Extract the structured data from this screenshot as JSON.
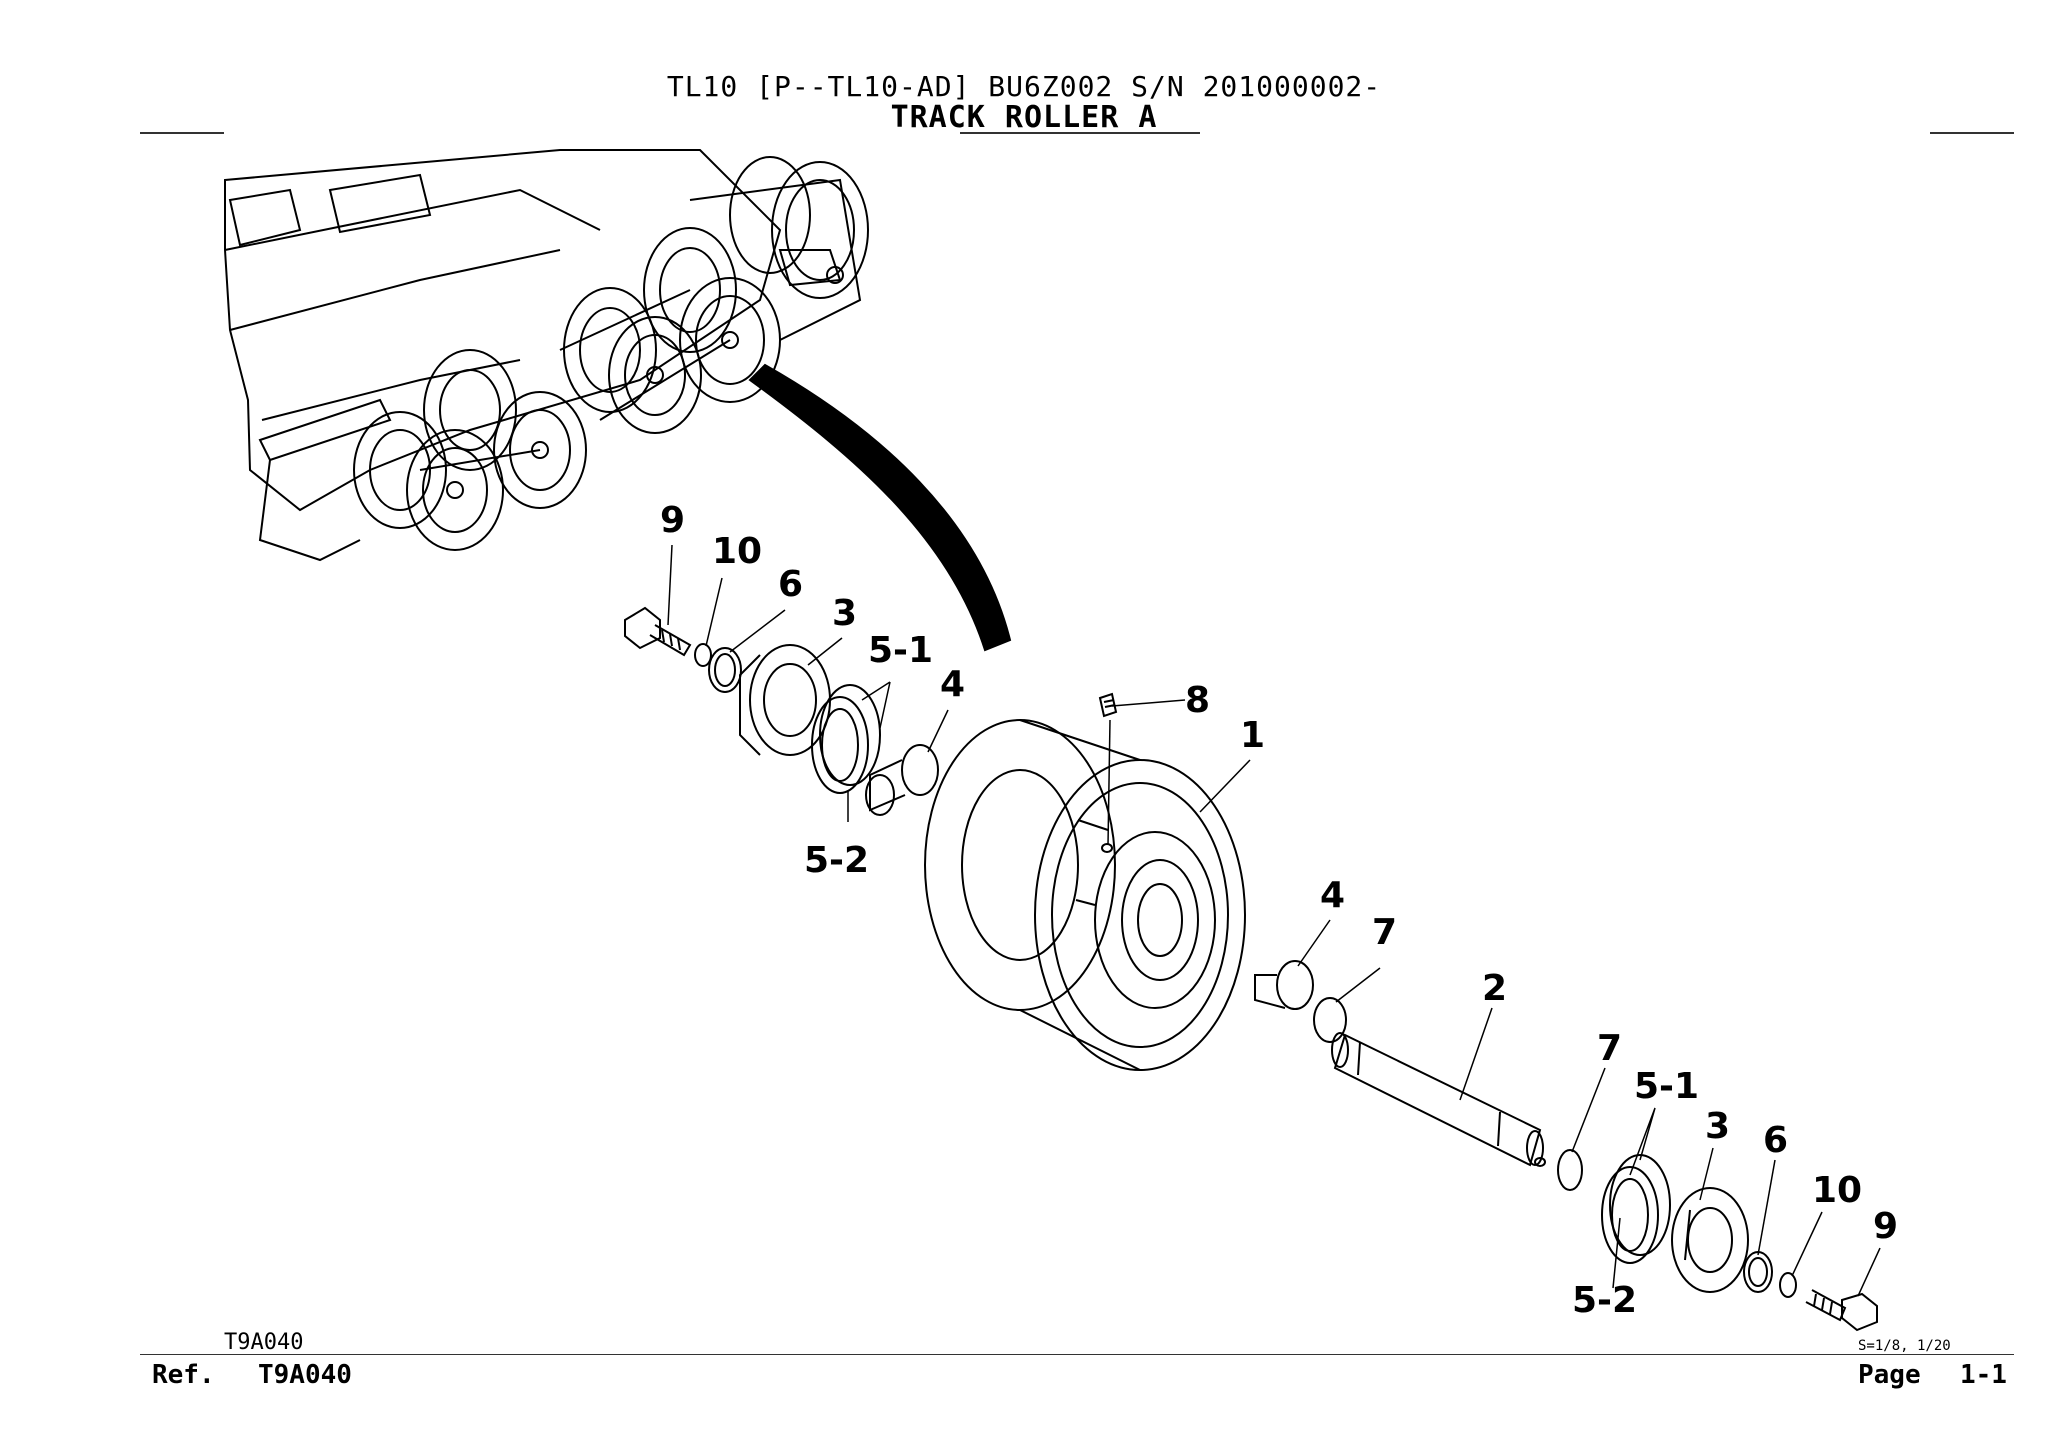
{
  "header": {
    "line1": "TL10 [P--TL10-AD] BU6Z002 S/N 201000002-",
    "line2": "TRACK ROLLER A"
  },
  "callouts": {
    "c9a": "9",
    "c10a": "10",
    "c6a": "6",
    "c3a": "3",
    "c51a": "5-1",
    "c4a": "4",
    "c8": "8",
    "c1": "1",
    "c52a": "5-2",
    "c4b": "4",
    "c7a": "7",
    "c2": "2",
    "c7b": "7",
    "c51b": "5-1",
    "c3b": "3",
    "c6b": "6",
    "c10b": "10",
    "c9b": "9",
    "c52b": "5-2"
  },
  "footer": {
    "drawing_code": "T9A040",
    "scale_note": "S=1/8, 1/20",
    "ref_label": "Ref.",
    "ref_value": "T9A040",
    "page_label": "Page",
    "page_value": "1-1"
  }
}
